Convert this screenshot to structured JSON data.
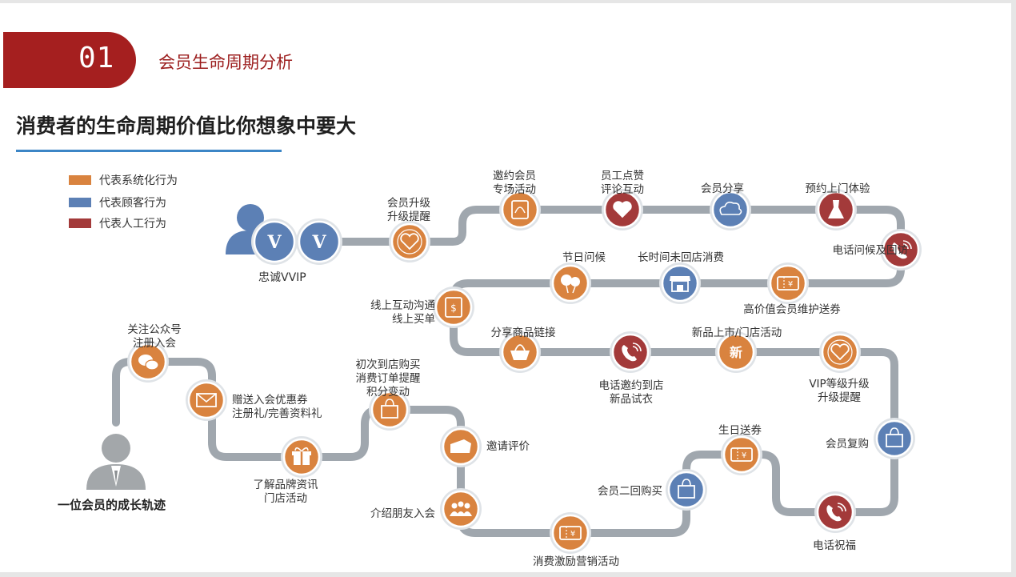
{
  "header": {
    "number": "01",
    "section_title": "会员生命周期分析",
    "headline": "消费者的生命周期价值比你想象中要大"
  },
  "legend": [
    {
      "label": "代表系统化行为",
      "color": "#d9833f"
    },
    {
      "label": "代表顾客行为",
      "color": "#5c80b5"
    },
    {
      "label": "代表人工行为",
      "color": "#a33a3a"
    }
  ],
  "colors": {
    "track": "#a0a7ae",
    "node_border": "#ffffff",
    "accent": "#a51f1f"
  },
  "start_person": {
    "caption": "一位会员的成长轨迹"
  },
  "end_person": {
    "caption": "忠诚VVIP"
  },
  "nodes": [
    {
      "label": "关注公众号\n注册入会",
      "type": "system",
      "icon": "wechat-icon"
    },
    {
      "label": "赠送入会优惠券\n注册礼/完善资料礼",
      "type": "system",
      "icon": "envelope-icon"
    },
    {
      "label": "了解品牌资讯\n门店活动",
      "type": "system",
      "icon": "gift-icon"
    },
    {
      "label": "初次到店购买\n消费订单提醒\n积分变动",
      "type": "system",
      "icon": "shopping-bag-icon"
    },
    {
      "label": "邀请评价",
      "type": "system",
      "icon": "hand-icon"
    },
    {
      "label": "介绍朋友入会",
      "type": "system",
      "icon": "people-icon"
    },
    {
      "label": "消费激励营销活动",
      "type": "system",
      "icon": "coupon-icon"
    },
    {
      "label": "会员二回购买",
      "type": "customer",
      "icon": "shopping-bag-icon"
    },
    {
      "label": "生日送券",
      "type": "system",
      "icon": "coupon-icon"
    },
    {
      "label": "电话祝福",
      "type": "manual",
      "icon": "phone-icon"
    },
    {
      "label": "会员复购",
      "type": "customer",
      "icon": "shopping-bag-icon"
    },
    {
      "label": "VIP等级升级\n升级提醒",
      "type": "system",
      "icon": "heart-badge-icon"
    },
    {
      "label": "新品上市/门店活动",
      "type": "system",
      "icon": "new-badge-icon"
    },
    {
      "label": "电话邀约到店\n新品试衣",
      "type": "manual",
      "icon": "phone-icon"
    },
    {
      "label": "分享商品链接",
      "type": "system",
      "icon": "basket-icon"
    },
    {
      "label": "线上互动沟通\n线上买单",
      "type": "system",
      "icon": "price-tag-icon"
    },
    {
      "label": "节日问候",
      "type": "system",
      "icon": "balloon-icon"
    },
    {
      "label": "长时间未回店消费",
      "type": "customer",
      "icon": "store-icon"
    },
    {
      "label": "高价值会员维护送券",
      "type": "system",
      "icon": "coupon-icon"
    },
    {
      "label": "电话问候及回访",
      "type": "manual",
      "icon": "phone-icon"
    },
    {
      "label": "预约上门体验",
      "type": "manual",
      "icon": "dress-icon"
    },
    {
      "label": "会员分享",
      "type": "customer",
      "icon": "cloud-icon"
    },
    {
      "label": "员工点赞\n评论互动",
      "type": "manual",
      "icon": "heart-icon"
    },
    {
      "label": "邀约会员\n专场活动",
      "type": "system",
      "icon": "invitation-icon"
    },
    {
      "label": "会员升级\n升级提醒",
      "type": "system",
      "icon": "heart-badge-icon"
    },
    {
      "label": "",
      "type": "customer",
      "icon": "vip-v-icon"
    },
    {
      "label": "",
      "type": "customer",
      "icon": "vip-v-icon"
    }
  ]
}
